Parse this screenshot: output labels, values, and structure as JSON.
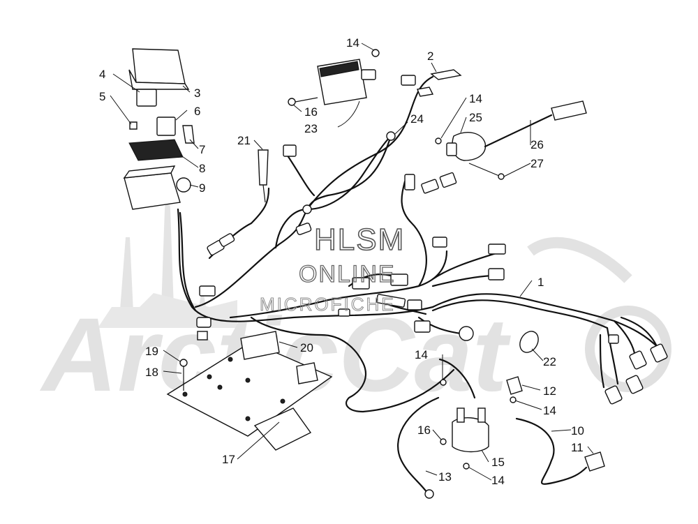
{
  "watermark": {
    "line1": "HLSM",
    "line2": "ONLINE",
    "line3": "MICROFICHE",
    "brand": "ArcticCat"
  },
  "callouts": [
    {
      "id": "c1",
      "text": "1"
    },
    {
      "id": "c2",
      "text": "2"
    },
    {
      "id": "c3",
      "text": "3"
    },
    {
      "id": "c4",
      "text": "4"
    },
    {
      "id": "c5",
      "text": "5"
    },
    {
      "id": "c6",
      "text": "6"
    },
    {
      "id": "c7",
      "text": "7"
    },
    {
      "id": "c8",
      "text": "8"
    },
    {
      "id": "c9",
      "text": "9"
    },
    {
      "id": "c10",
      "text": "10"
    },
    {
      "id": "c11",
      "text": "11"
    },
    {
      "id": "c12",
      "text": "12"
    },
    {
      "id": "c13",
      "text": "13"
    },
    {
      "id": "c14a",
      "text": "14"
    },
    {
      "id": "c14b",
      "text": "14"
    },
    {
      "id": "c14c",
      "text": "14"
    },
    {
      "id": "c14d",
      "text": "14"
    },
    {
      "id": "c14e",
      "text": "14"
    },
    {
      "id": "c15",
      "text": "15"
    },
    {
      "id": "c16a",
      "text": "16"
    },
    {
      "id": "c16b",
      "text": "16"
    },
    {
      "id": "c17",
      "text": "17"
    },
    {
      "id": "c18",
      "text": "18"
    },
    {
      "id": "c19",
      "text": "19"
    },
    {
      "id": "c20",
      "text": "20"
    },
    {
      "id": "c21",
      "text": "21"
    },
    {
      "id": "c22",
      "text": "22"
    },
    {
      "id": "c23",
      "text": "23"
    },
    {
      "id": "c24",
      "text": "24"
    },
    {
      "id": "c25",
      "text": "25"
    },
    {
      "id": "c26",
      "text": "26"
    },
    {
      "id": "c27",
      "text": "27"
    }
  ]
}
